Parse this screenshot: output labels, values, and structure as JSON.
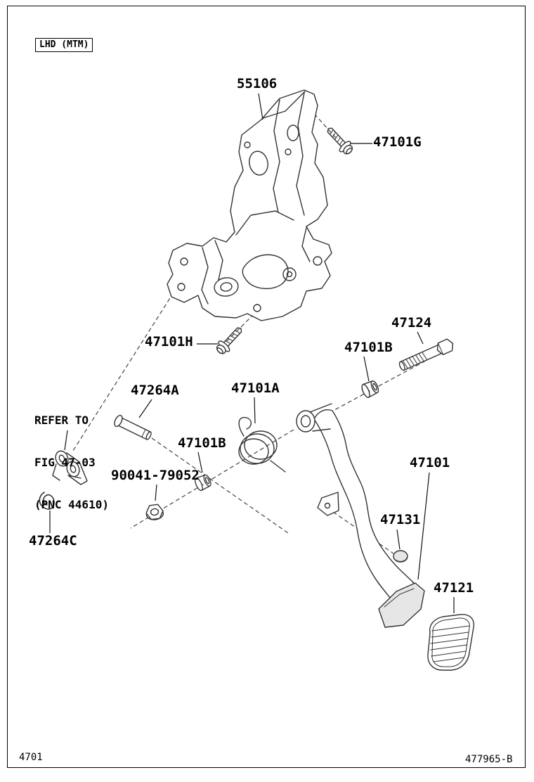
{
  "frame": {
    "variant": "LHD (MTM)",
    "page_number": "4701",
    "figure_code": "477965-B"
  },
  "callouts": {
    "bracket": "55106",
    "screw_g": "47101G",
    "screw_h": "47101H",
    "bolt": "47124",
    "bushing_right": "47101B",
    "bushing_left": "47101B",
    "pin": "47264A",
    "spring": "47101A",
    "nut": "90041-79052",
    "clip": "47264C",
    "pedal": "47101",
    "snap": "47131",
    "pad": "47121"
  },
  "refer_note": {
    "line1": "REFER TO",
    "line2": "FIG 47-03",
    "line3": "(PNC 44610)"
  },
  "colors": {
    "line": "#333333",
    "text": "#000000",
    "part_fill": "#e6e6e6",
    "background": "#ffffff"
  }
}
